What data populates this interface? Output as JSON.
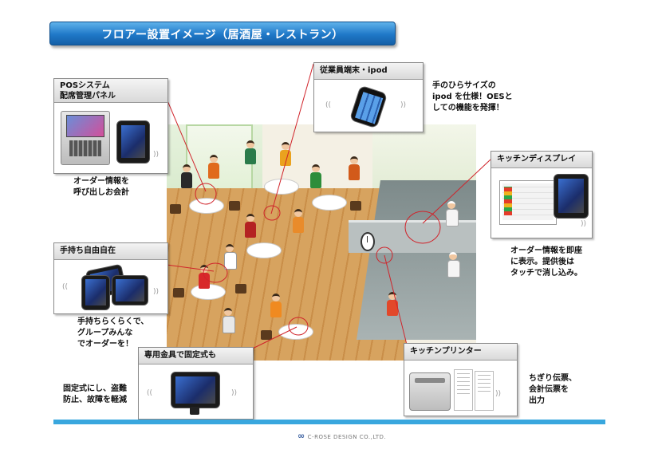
{
  "title": "フロアー設置イメージ（居酒屋・レストラン）",
  "boxes": {
    "pos": {
      "title_line1": "POSシステム",
      "title_line2": "配席管理パネル"
    },
    "handheld": {
      "title": "手持ち自由自在"
    },
    "fixed": {
      "title": "専用金具で固定式も"
    },
    "staff": {
      "title": "従業員端末・ipod"
    },
    "kitchen_display": {
      "title": "キッチンディスプレイ"
    },
    "kitchen_printer": {
      "title": "キッチンプリンター"
    }
  },
  "descriptions": {
    "pos": [
      "オーダー情報を",
      "呼び出しお会計"
    ],
    "handheld": [
      "手持ちらくらくで、",
      "グループみんな",
      "でオーダーを！"
    ],
    "fixed": [
      "固定式にし、盗難",
      "防止、故障を軽減"
    ],
    "staff": [
      "手のひらサイズの",
      "ipod を仕様！OESと",
      "しての機能を発揮！"
    ],
    "kitchen_display": [
      "オーダー情報を即座",
      "に表示。提供後は",
      "タッチで消し込み。"
    ],
    "kitchen_printer": [
      "ちぎり伝票、",
      "会計伝票を",
      "出力"
    ]
  },
  "footer": {
    "logo_mark": "∞",
    "logo_text": "C-ROSE DESIGN CO.,LTD."
  },
  "colors": {
    "banner": "#1f78c8",
    "rule": "#39a7de",
    "callout_line": "#d0232a"
  },
  "icons": [
    "tablet-icon",
    "phone-icon",
    "pos-terminal-icon",
    "printer-icon",
    "wifi-icon"
  ]
}
